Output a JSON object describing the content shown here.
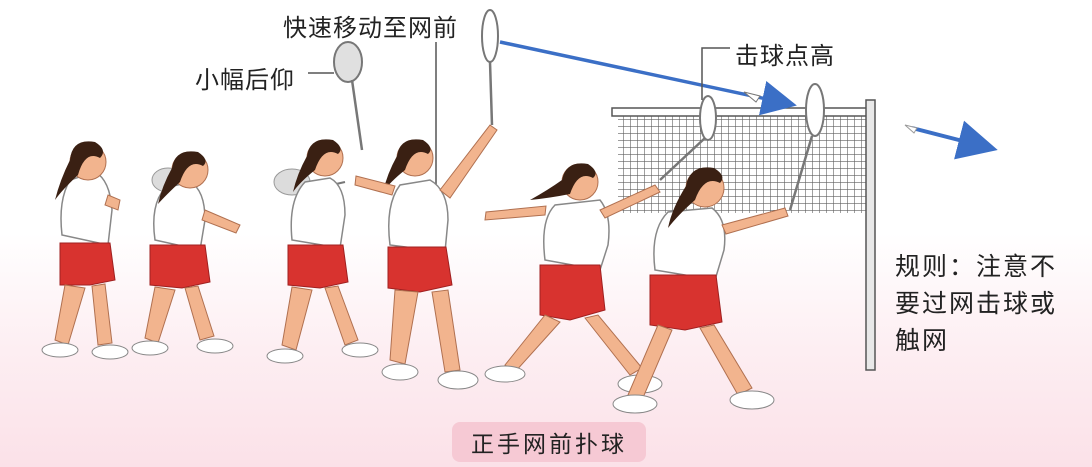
{
  "labels": {
    "move_to_net": "快速移动至网前",
    "small_backswing": "小幅后仰",
    "high_contact": "击球点高"
  },
  "rule": {
    "line1": "规则：注意不",
    "line2": "要过网击球或",
    "line3": "触网"
  },
  "caption": "正手网前扑球",
  "colors": {
    "arrow": "#3b6fc6",
    "shorts": "#d8332f",
    "skin": "#f2b48e",
    "hair": "#3a2013",
    "caption_bg": "#f6c9d4",
    "net": "#444444"
  },
  "figures": [
    "stance",
    "backswing",
    "step",
    "reach",
    "lunge",
    "smash"
  ]
}
